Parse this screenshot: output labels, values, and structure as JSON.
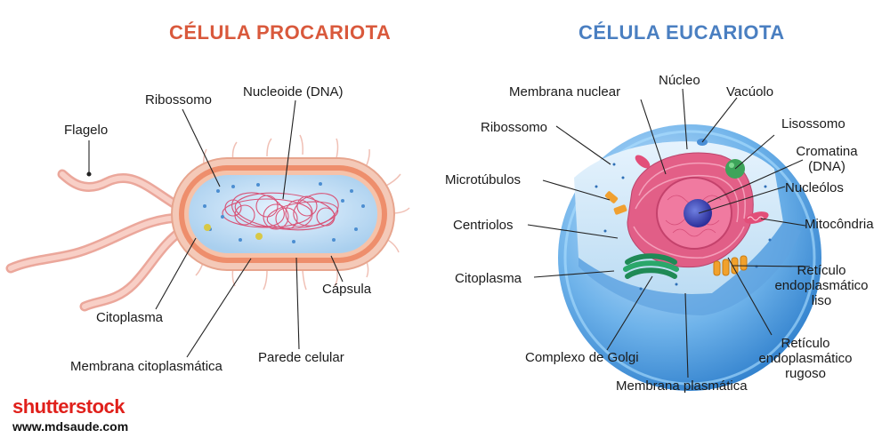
{
  "titles": {
    "prokaryote": "CÉLULA PROCARIOTA",
    "eukaryote": "CÉLULA EUCARIOTA"
  },
  "colors": {
    "prokaryote_title": "#d9593c",
    "eukaryote_title": "#4a7fc1",
    "watermark": "#e0201b"
  },
  "prokaryote_labels": {
    "flagelo": "Flagelo",
    "ribossomo": "Ribossomo",
    "nucleoide": "Nucleoide (DNA)",
    "capsula": "Cápsula",
    "citoplasma": "Citoplasma",
    "parede": "Parede celular",
    "membrana": "Membrana citoplasmática"
  },
  "eukaryote_labels": {
    "membrana_nuclear": "Membrana nuclear",
    "nucleo": "Núcleo",
    "vacuolo": "Vacúolo",
    "ribossomo": "Ribossomo",
    "lisossomo": "Lisossomo",
    "cromatina_1": "Cromatina",
    "cromatina_2": "(DNA)",
    "microtubulos": "Microtúbulos",
    "nucleolos": "Nucleólos",
    "centriolos": "Centriolos",
    "mitocondria": "Mitocôndria",
    "citoplasma": "Citoplasma",
    "rel_1": "Retículo",
    "rel_2": "endoplasmático",
    "rel_3": "liso",
    "golgi": "Complexo de Golgi",
    "rer_1": "Retículo",
    "rer_2": "endoplasmático",
    "rer_3": "rugoso",
    "membrana_plasmatica": "Membrana plasmática"
  },
  "watermark": {
    "brand": "shutterstock",
    "url": "www.mdsaude.com"
  }
}
